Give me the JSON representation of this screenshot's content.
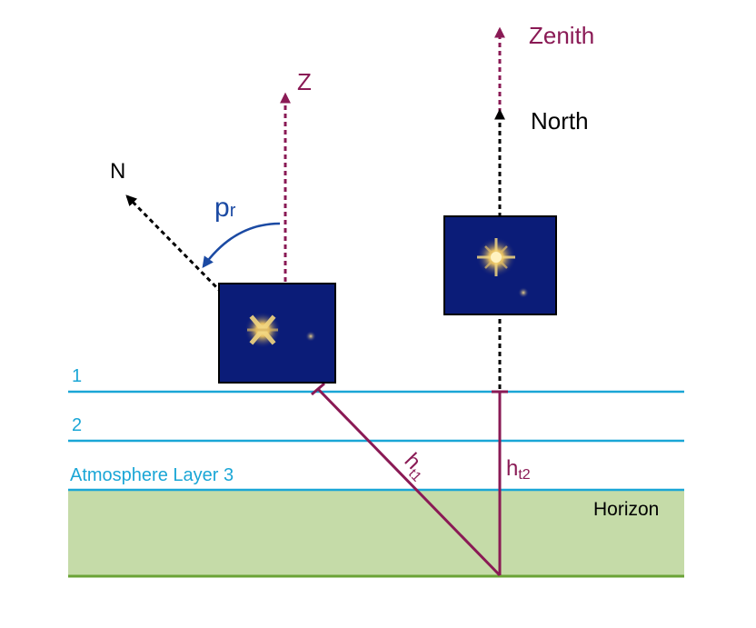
{
  "layers": [
    {
      "label": "1"
    },
    {
      "label": "2"
    },
    {
      "label": "Atmosphere Layer 3"
    }
  ],
  "horizon_label": "Horizon",
  "left_target": {
    "zenith_label": "Z",
    "north_label": "N",
    "angle_label": "p",
    "angle_subscript": "r",
    "height_label": "h",
    "height_subscript": "t1"
  },
  "right_target": {
    "zenith_label": "Zenith",
    "north_label": "North",
    "height_label": "h",
    "height_subscript": "t2"
  },
  "colors": {
    "maroon": "#8a1a55",
    "layer_blue": "#1aa6d6",
    "angle_blue": "#1b4aa3",
    "ground": "#c5dba8",
    "ground_line": "#6aa336",
    "sky_square": "#0b1c78"
  }
}
